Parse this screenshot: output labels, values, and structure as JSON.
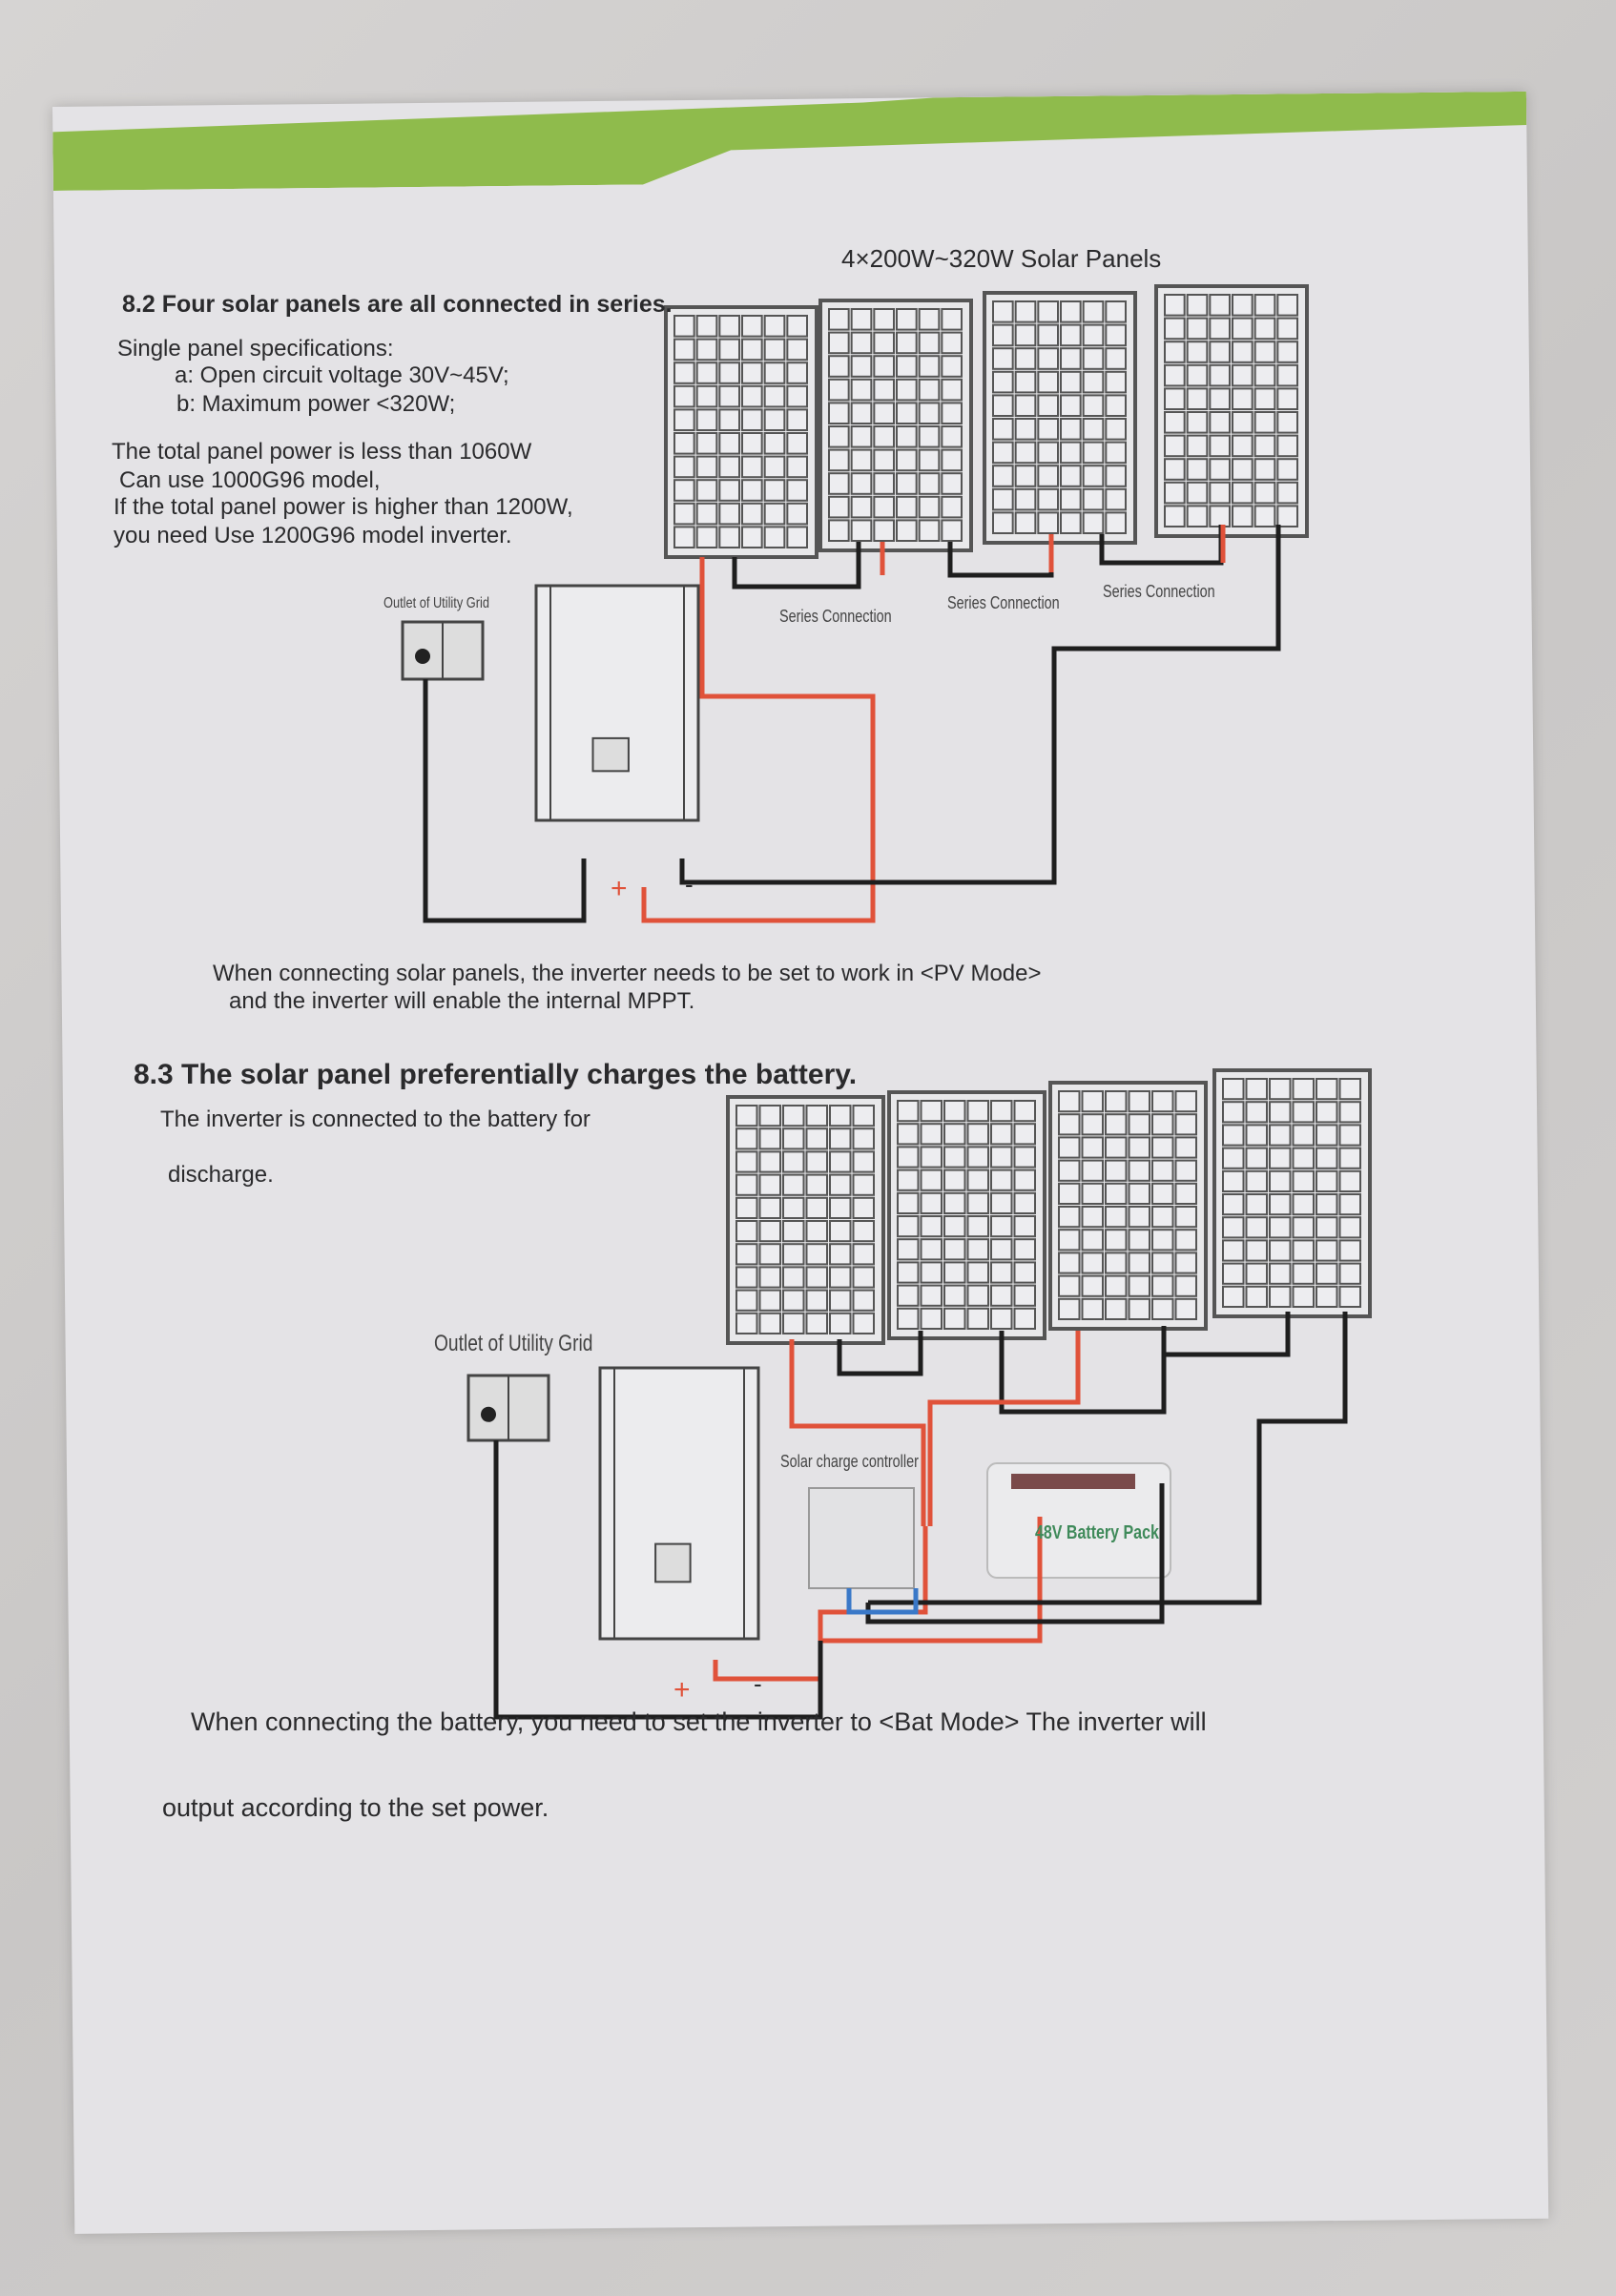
{
  "section_82": {
    "heading": "8.2 Four solar panels are all connected in series.",
    "panels_label": "4×200W~320W Solar Panels",
    "spec_title": "Single panel specifications:",
    "spec_a": "a: Open circuit voltage 30V~45V;",
    "spec_b": "b: Maximum power <320W;",
    "note_1": "The total panel power is less than 1060W",
    "note_2": "Can use 1000G96 model,",
    "note_3": "If the total panel power is higher than 1200W,",
    "note_4": "you need Use 1200G96 model inverter.",
    "outlet_label": "Outlet of Utility Grid",
    "series_labels": [
      "Series Connection",
      "Series Connection",
      "Series Connection"
    ],
    "plus": "+",
    "minus": "-",
    "footer_1": "When connecting solar panels, the inverter needs to be set to work in <PV Mode>",
    "footer_2": "and the inverter will enable the internal MPPT."
  },
  "section_83": {
    "heading": "8.3  The solar panel preferentially charges the battery.",
    "desc_1": "The inverter is connected to the battery for",
    "desc_2": "discharge.",
    "outlet_label": "Outlet of Utility Grid",
    "controller_label": "Solar charge controller",
    "battery_label": "48V Battery Pack",
    "plus": "+",
    "minus": "-",
    "footer_1": "When connecting the battery, you need to set the inverter to <Bat Mode> The inverter will",
    "footer_2": "output according to the set power."
  },
  "colors": {
    "band": "#8fbb4c",
    "wire_pos": "#e0523a",
    "wire_neg": "#1e1e1e",
    "wire_blue": "#3a78c8",
    "battery_text": "#3f8a5a"
  }
}
